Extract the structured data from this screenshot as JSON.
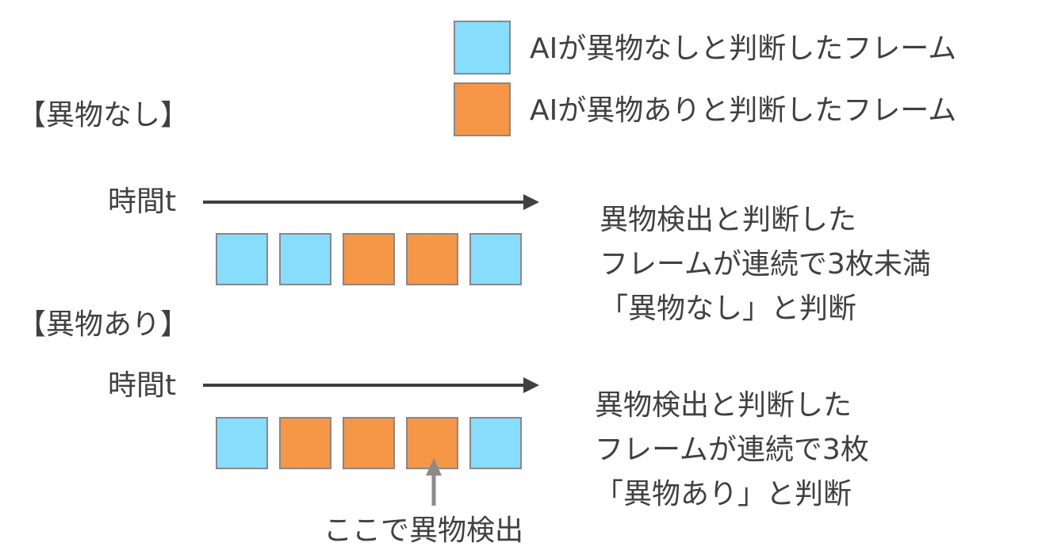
{
  "colors": {
    "no_object": "#87DDFC",
    "object": "#F59746",
    "text": "#404040",
    "arrow": "#404040",
    "pointer": "#8A8A8A"
  },
  "legend": {
    "items": [
      {
        "label": "AIが異物なしと判断したフレーム",
        "state": "no_object"
      },
      {
        "label": "AIが異物ありと判断したフレーム",
        "state": "object"
      }
    ]
  },
  "sections": [
    {
      "heading": "【異物なし】",
      "time_label": "時間t",
      "frames": [
        "no_object",
        "no_object",
        "object",
        "object",
        "no_object"
      ],
      "note": "異物検出と判断した\nフレームが連続で3枚未満\n「異物なし」と判断"
    },
    {
      "heading": "【異物あり】",
      "time_label": "時間t",
      "frames": [
        "no_object",
        "object",
        "object",
        "object",
        "no_object"
      ],
      "note": "異物検出と判断した\nフレームが連続で3枚\n「異物あり」と判断",
      "pointer_label": "ここで異物検出"
    }
  ]
}
